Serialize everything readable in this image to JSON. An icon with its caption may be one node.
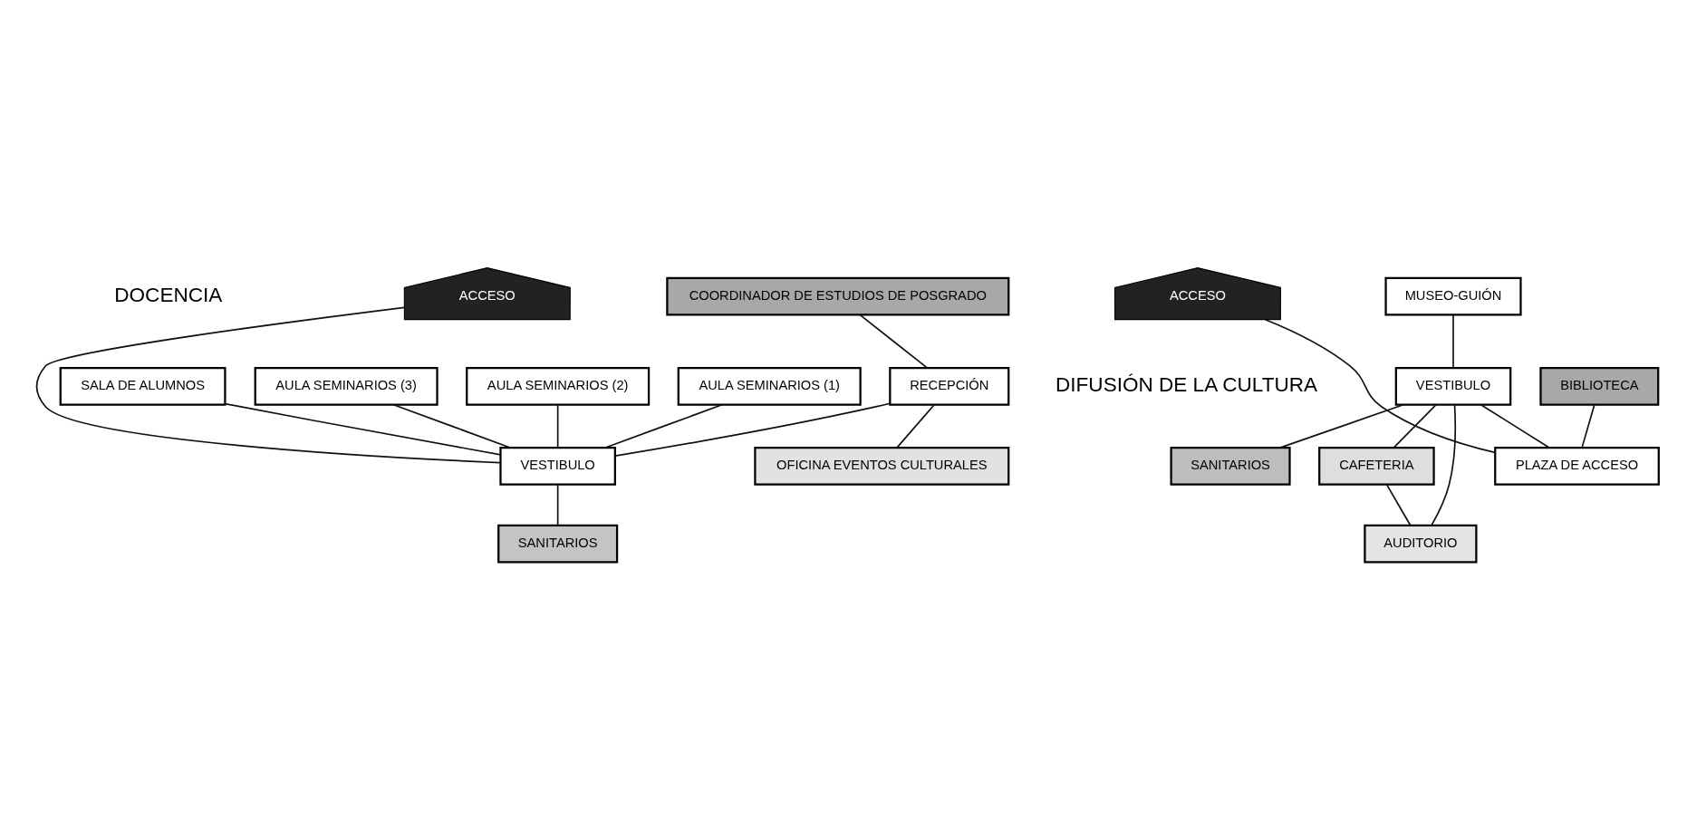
{
  "diagram": {
    "nodes": [
      {
        "text": [
          "COORDINADOR DE ESTUDIOS DE POSGRADO"
        ]
      },
      {
        "text": [
          "AULA SEMINARIOS (1)"
        ]
      },
      {
        "text": [
          "AULA SEMINARIOS (2)"
        ]
      },
      {
        "text": [
          "AULA SEMINARIOS (3)"
        ]
      },
      {
        "text": [
          "SALA DE ALUMNOS"
        ]
      },
      {
        "text": [
          "RECEPCIÓN"
        ]
      },
      {
        "text": [
          "OFICINA EVENTOS CULTURALES"
        ]
      },
      {
        "text": [
          "VESTIBULO"
        ]
      },
      {
        "text": [
          "SANITARIOS"
        ]
      },
      {
        "text": [
          "ACCESO"
        ]
      },
      {
        "text": [
          "BIBLIOTECA"
        ]
      },
      {
        "text": [
          "MUSEO-GUIÓN"
        ]
      },
      {
        "text": [
          "VESTIBULO"
        ]
      },
      {
        "text": [
          "PLAZA DE ACCESO"
        ]
      },
      {
        "text": [
          "SANITARIOS"
        ]
      },
      {
        "text": [
          "CAFETERIA"
        ]
      },
      {
        "text": [
          "AUDITORIO"
        ]
      },
      {
        "text": [
          "ACCESO"
        ]
      }
    ],
    "edges": [
      {
        "from": 0,
        "to": 5,
        "arrow": "none"
      },
      {
        "from": 5,
        "to": 6,
        "arrow": "none"
      },
      {
        "from": 5,
        "to": 7,
        "arrow": "none"
      },
      {
        "from": 1,
        "to": 7,
        "arrow": "none"
      },
      {
        "from": 2,
        "to": 7,
        "arrow": "none"
      },
      {
        "from": 3,
        "to": 7,
        "arrow": "none"
      },
      {
        "from": 4,
        "to": 7,
        "arrow": "none"
      },
      {
        "from": 7,
        "to": 8,
        "arrow": "none"
      },
      {
        "from": 9,
        "to": 7,
        "arrow": "none"
      },
      {
        "from": 10,
        "to": 13,
        "arrow": "none"
      },
      {
        "from": 11,
        "to": 12,
        "arrow": "none"
      },
      {
        "from": 12,
        "to": 13,
        "arrow": "none"
      },
      {
        "from": 12,
        "to": 14,
        "arrow": "none"
      },
      {
        "from": 12,
        "to": 15,
        "arrow": "none"
      },
      {
        "from": 12,
        "to": 16,
        "arrow": "none"
      },
      {
        "from": 15,
        "to": 16,
        "arrow": "none"
      },
      {
        "from": 17,
        "to": 13,
        "arrow": "none"
      }
    ],
    "labels": [
      "DOCENCIA",
      "DIFUSIÓN DE LA CULTURA"
    ]
  }
}
